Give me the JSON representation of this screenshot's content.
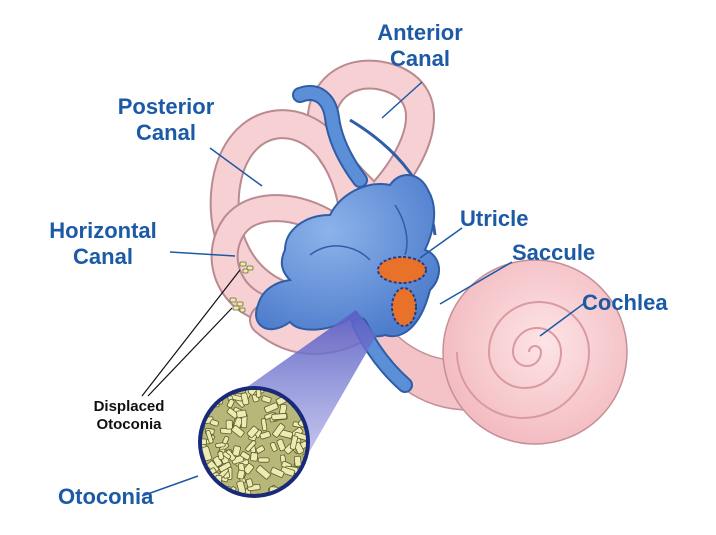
{
  "labels": {
    "anterior_canal": [
      "Anterior",
      "Canal"
    ],
    "posterior_canal": [
      "Posterior",
      "Canal"
    ],
    "horizontal_canal": [
      "Horizontal",
      "Canal"
    ],
    "utricle": "Utricle",
    "saccule": "Saccule",
    "cochlea": "Cochlea",
    "displaced_otoconia": [
      "Displaced",
      "Otoconia"
    ],
    "otoconia": "Otoconia"
  },
  "colors": {
    "label_blue": "#1c5aa6",
    "canal_pink": "#f7d0d4",
    "canal_outline": "#b98a90",
    "vestibule_blue": "#5b8fd8",
    "vestibule_dark": "#2f5da6",
    "macula_orange": "#e8722a",
    "otoconia_yellow": "#ecebb4",
    "zoom_purple": "#6f72c9"
  },
  "icons": [
    "otoconia-crystal-icon"
  ]
}
